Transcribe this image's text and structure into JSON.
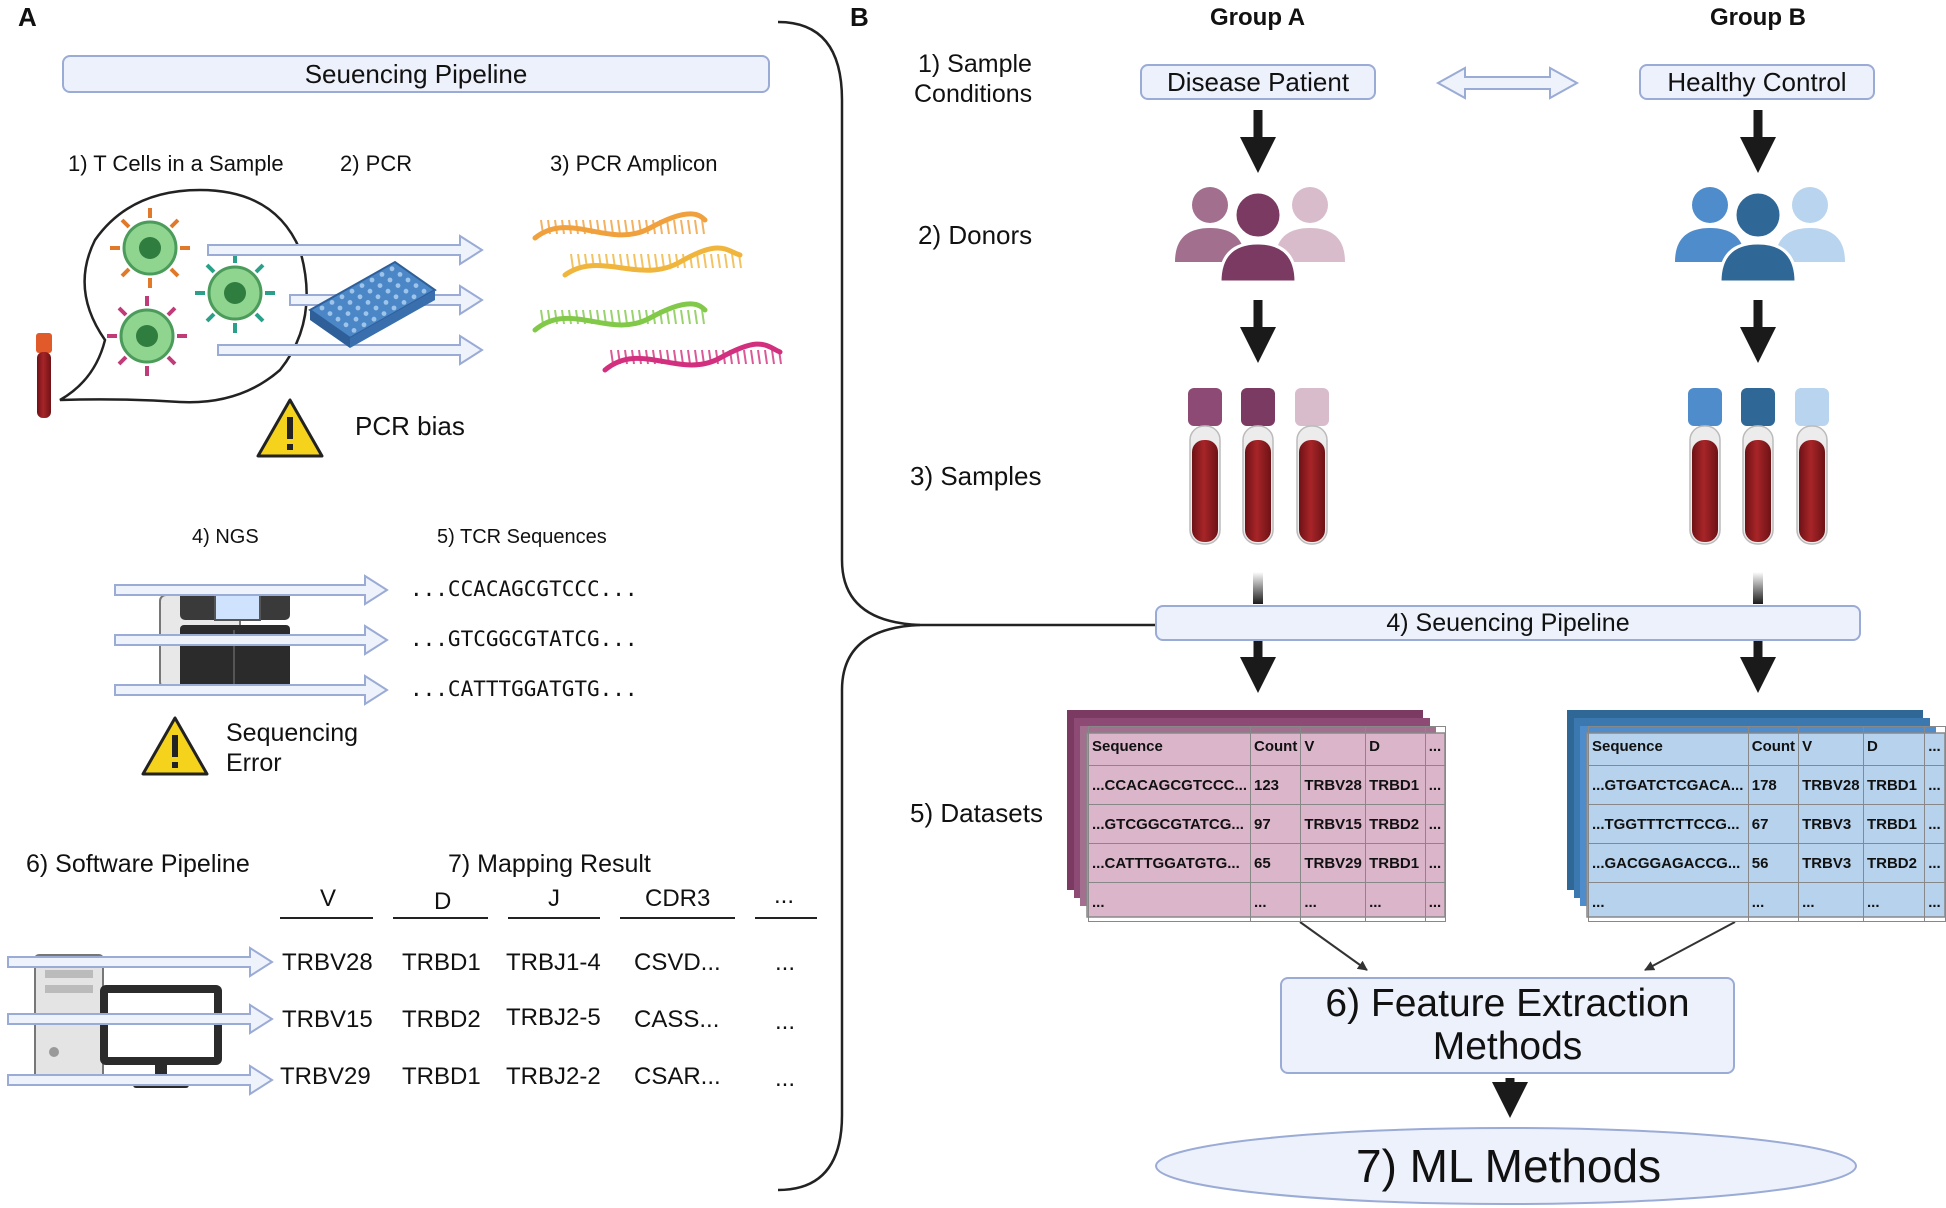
{
  "panel_a": {
    "letter": "A",
    "pipeline_title": "Seuencing Pipeline",
    "steps": {
      "t_cells": "1) T Cells in a Sample",
      "pcr": "2) PCR",
      "amplicon": "3) PCR Amplicon",
      "ngs": "4) NGS",
      "tcr_sequences": "5) TCR Sequences",
      "software": "6) Software Pipeline",
      "mapping": "7) Mapping Result"
    },
    "pcr_bias": "PCR bias",
    "sequencing_error_1": "Sequencing",
    "sequencing_error_2": "Error",
    "sequences": [
      "...CCACAGCGTCCC...",
      "...GTCGGCGTATCG...",
      "...CATTTGGATGTG..."
    ],
    "mapping_headers": [
      "V",
      "D",
      "J",
      "CDR3",
      "..."
    ],
    "mapping_rows": [
      [
        "TRBV28",
        "TRBD1",
        "TRBJ1-4",
        "CSVD...",
        "..."
      ],
      [
        "TRBV15",
        "TRBD2",
        "TRBJ2-5",
        "CASS...",
        "..."
      ],
      [
        "TRBV29",
        "TRBD1",
        "TRBJ2-2",
        "CSAR...",
        "..."
      ]
    ]
  },
  "panel_b": {
    "letter": "B",
    "group_a": "Group A",
    "group_b": "Group B",
    "steps": {
      "conditions_1": "1) Sample",
      "conditions_2": "Conditions",
      "donors": "2) Donors",
      "samples": "3) Samples",
      "datasets": "5) Datasets"
    },
    "disease_patient": "Disease Patient",
    "healthy_control": "Healthy Control",
    "pipeline": "4) Seuencing Pipeline",
    "feature_1": "6) Feature Extraction",
    "feature_2": "Methods",
    "ml": "7) ML Methods",
    "dataset_headers": [
      "Sequence",
      "Count",
      "V",
      "D",
      "..."
    ],
    "dataset_a": [
      [
        "...CCACAGCGTCCC...",
        "123",
        "TRBV28",
        "TRBD1",
        "..."
      ],
      [
        "...GTCGGCGTATCG...",
        "97",
        "TRBV15",
        "TRBD2",
        "..."
      ],
      [
        "...CATTTGGATGTG...",
        "65",
        "TRBV29",
        "TRBD1",
        "..."
      ],
      [
        "...",
        "...",
        "...",
        "...",
        "..."
      ]
    ],
    "dataset_b": [
      [
        "...GTGATCTCGACA...",
        "178",
        "TRBV28",
        "TRBD1",
        "..."
      ],
      [
        "...TGGTTTCTTCCG...",
        "67",
        "TRBV3",
        "TRBD1",
        "..."
      ],
      [
        "...GACGGAGACCG...",
        "56",
        "TRBV3",
        "TRBD2",
        "..."
      ],
      [
        "...",
        "...",
        "...",
        "...",
        "..."
      ]
    ]
  },
  "colors": {
    "box_fill": "#edf1fb",
    "box_border": "#9aabd6",
    "group_a_dark": "#7a3a62",
    "group_a_mid": "#a36f8f",
    "group_a_light": "#d9bccb",
    "group_b_dark": "#2f6796",
    "group_b_mid": "#4f8ccc",
    "group_b_light": "#b8d4ee",
    "blood": "#8c1c1f",
    "table_a_fill": "#dbb6cb",
    "table_b_fill": "#b6d2ec",
    "warning": "#f5d21b"
  }
}
